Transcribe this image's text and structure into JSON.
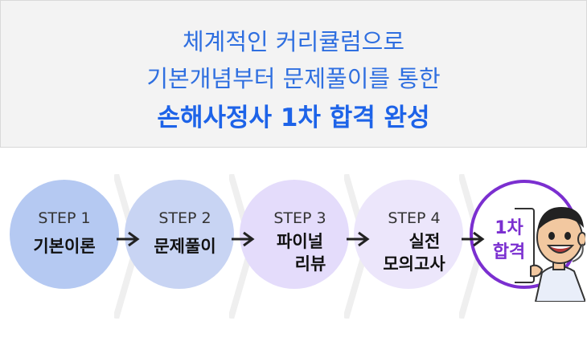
{
  "headline": {
    "line1": "체계적인 커리큘럼으로",
    "line2": "기본개념부터 문제풀이를 통한",
    "line3": "손해사정사 1차 합격 완성"
  },
  "steps": [
    {
      "label": "STEP 1",
      "name_line1": "기본이론",
      "name_line2": ""
    },
    {
      "label": "STEP 2",
      "name_line1": "문제풀이",
      "name_line2": ""
    },
    {
      "label": "STEP 3",
      "name_line1": "파이널",
      "name_line2": "리뷰"
    },
    {
      "label": "STEP 4",
      "name_line1": "실전",
      "name_line2": "모의고사"
    }
  ],
  "final": {
    "line1": "1차",
    "line2": "합격"
  },
  "colors": {
    "headline_blue": "#2f6fe0",
    "accent_purple": "#7b2fd0",
    "step1": "#b5c9f2",
    "step2": "#c8d4f3",
    "step3": "#e4dcfb",
    "step4": "#ece6fb"
  },
  "icons": [
    "arrow-right-icon",
    "cheering-person-icon"
  ]
}
